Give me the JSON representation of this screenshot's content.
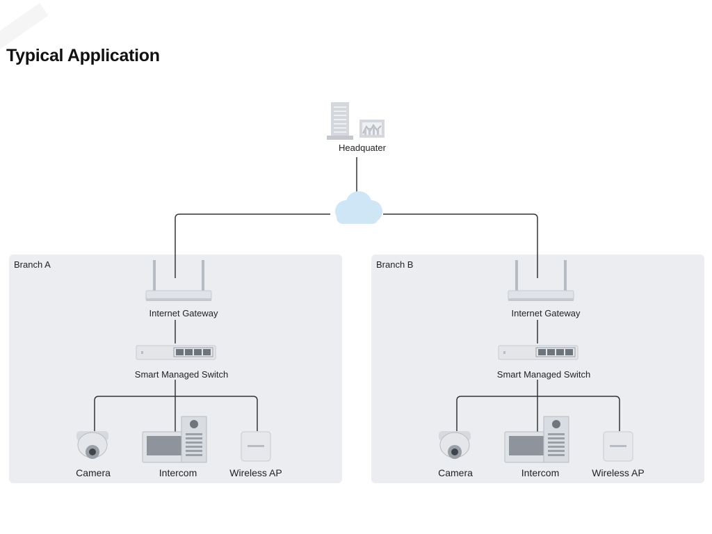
{
  "title": "Typical Application",
  "headquarter": {
    "label": "Headquater"
  },
  "branches": [
    {
      "name": "Branch A",
      "gateway_label": "Internet Gateway",
      "switch_label": "Smart Managed Switch",
      "devices": [
        "Camera",
        "Intercom",
        "Wireless AP"
      ]
    },
    {
      "name": "Branch B",
      "gateway_label": "Internet Gateway",
      "switch_label": "Smart Managed Switch",
      "devices": [
        "Camera",
        "Intercom",
        "Wireless AP"
      ]
    }
  ],
  "icons": [
    "building-icon",
    "chart-icon",
    "cloud-icon",
    "router-icon",
    "switch-icon",
    "dome-camera-icon",
    "intercom-monitor-icon",
    "door-station-icon",
    "access-point-icon"
  ],
  "colors": {
    "cloud": "#cfe6f7",
    "box": "#ebedf0",
    "line": "#333333",
    "device": "#c9ccd1"
  }
}
